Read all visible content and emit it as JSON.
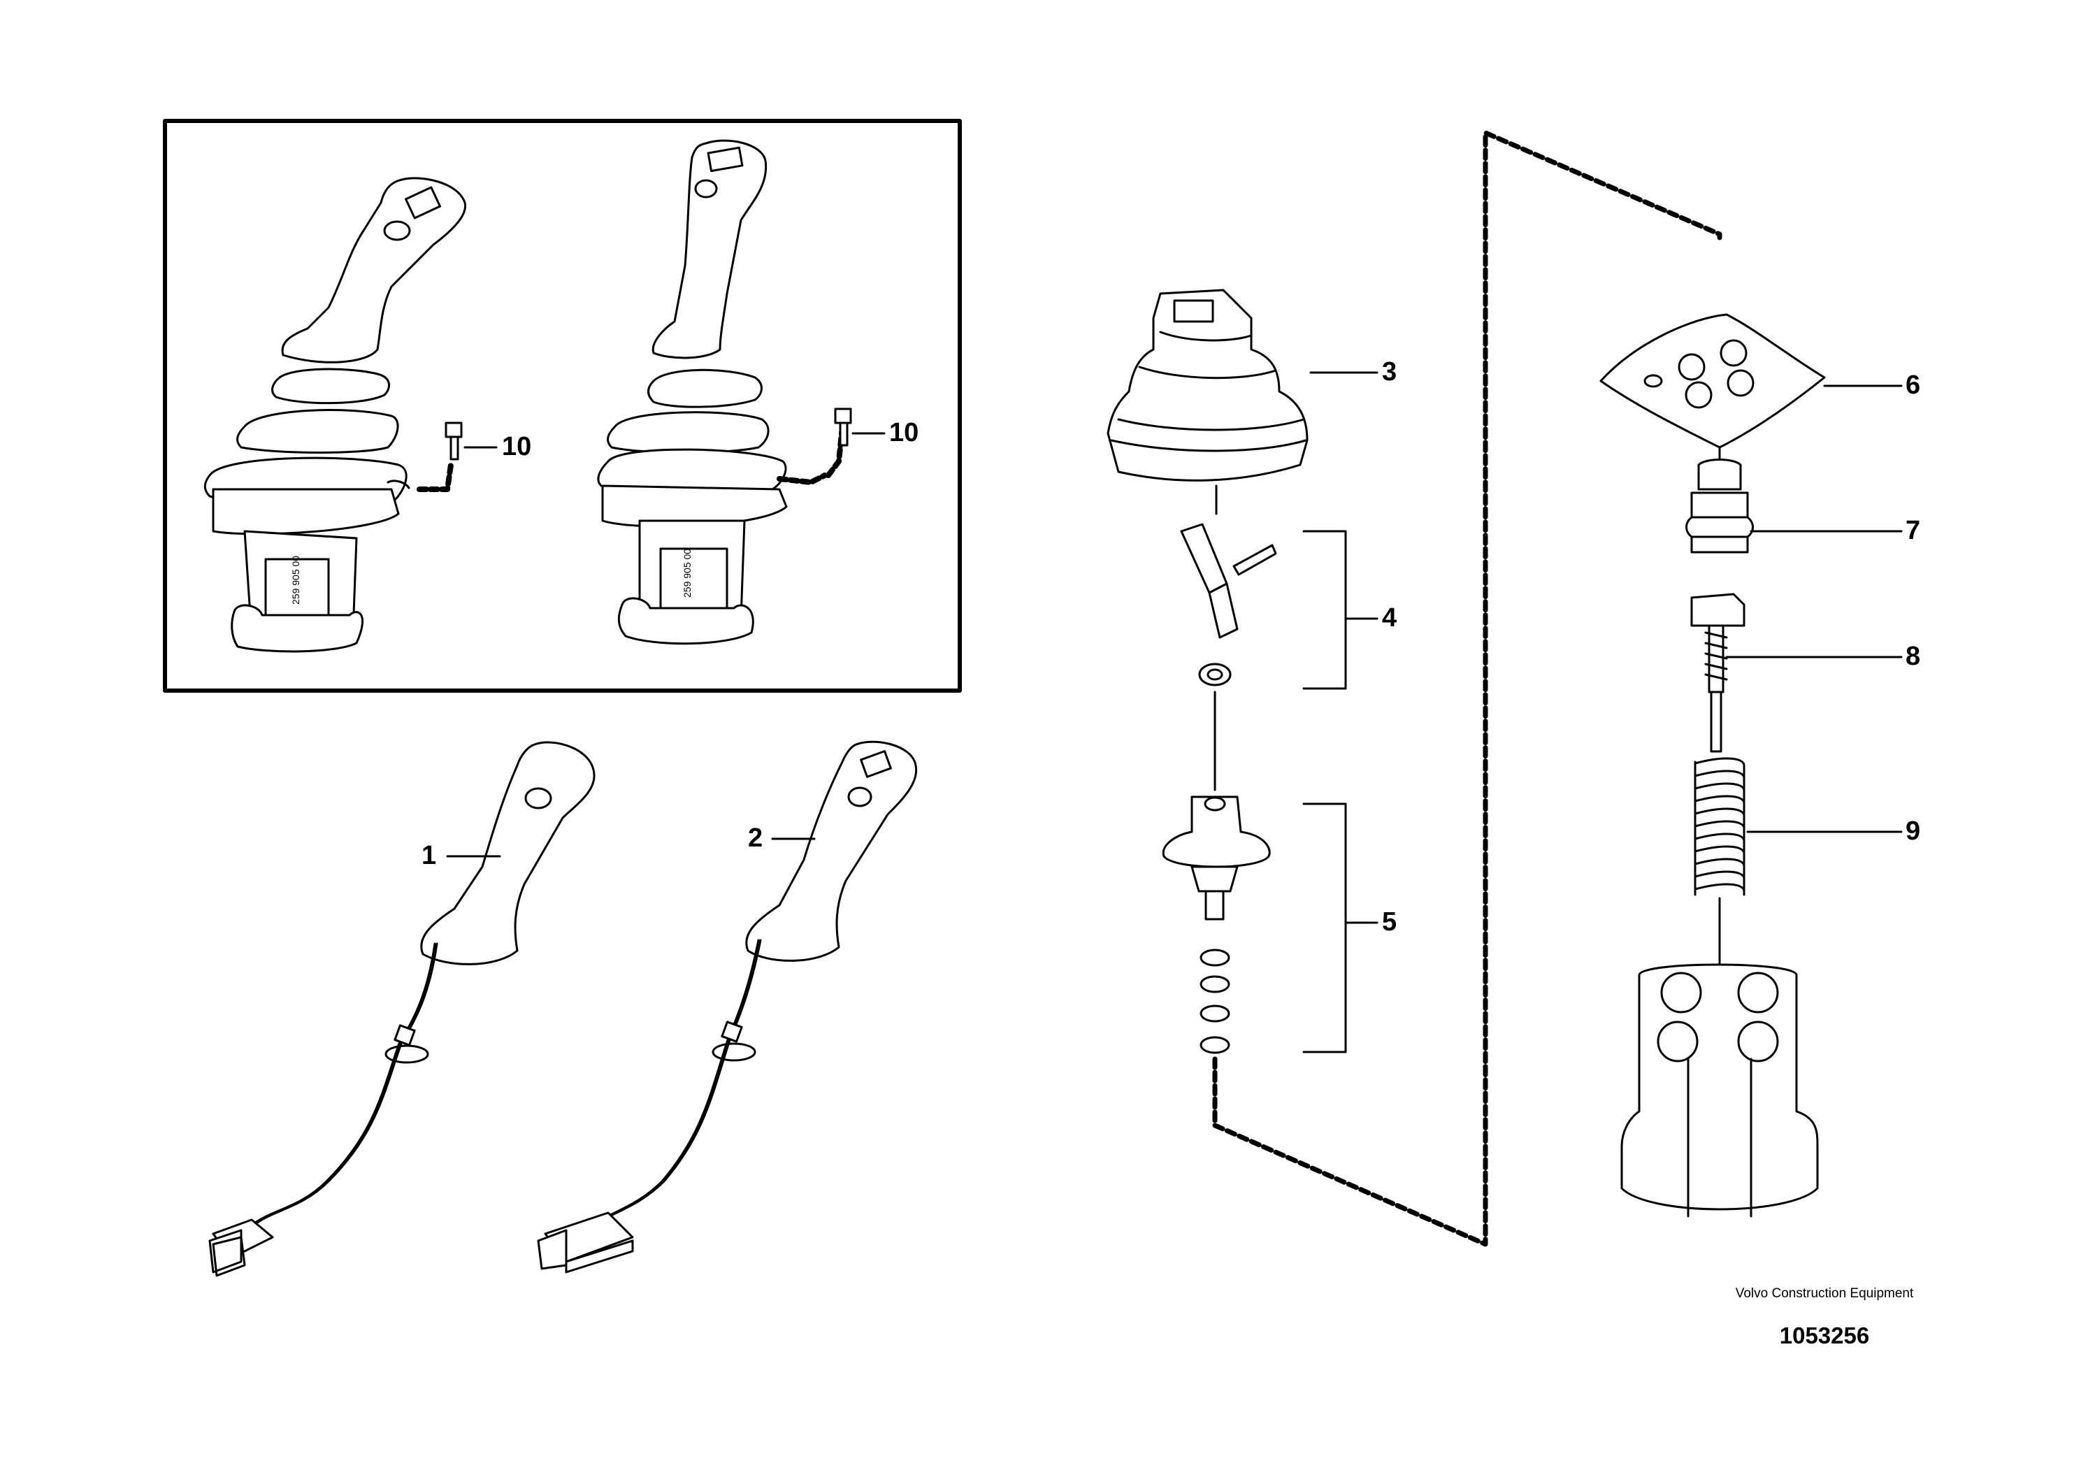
{
  "callouts": {
    "c1": "1",
    "c2": "2",
    "c3": "3",
    "c4": "4",
    "c5": "5",
    "c6": "6",
    "c7": "7",
    "c8": "8",
    "c9": "9",
    "c10a": "10",
    "c10b": "10"
  },
  "footer": {
    "company": "Volvo Construction Equipment",
    "drawing_number": "1053256"
  },
  "part_labels": {
    "lever_a": "259 905 00",
    "lever_b": "259 905 00"
  }
}
